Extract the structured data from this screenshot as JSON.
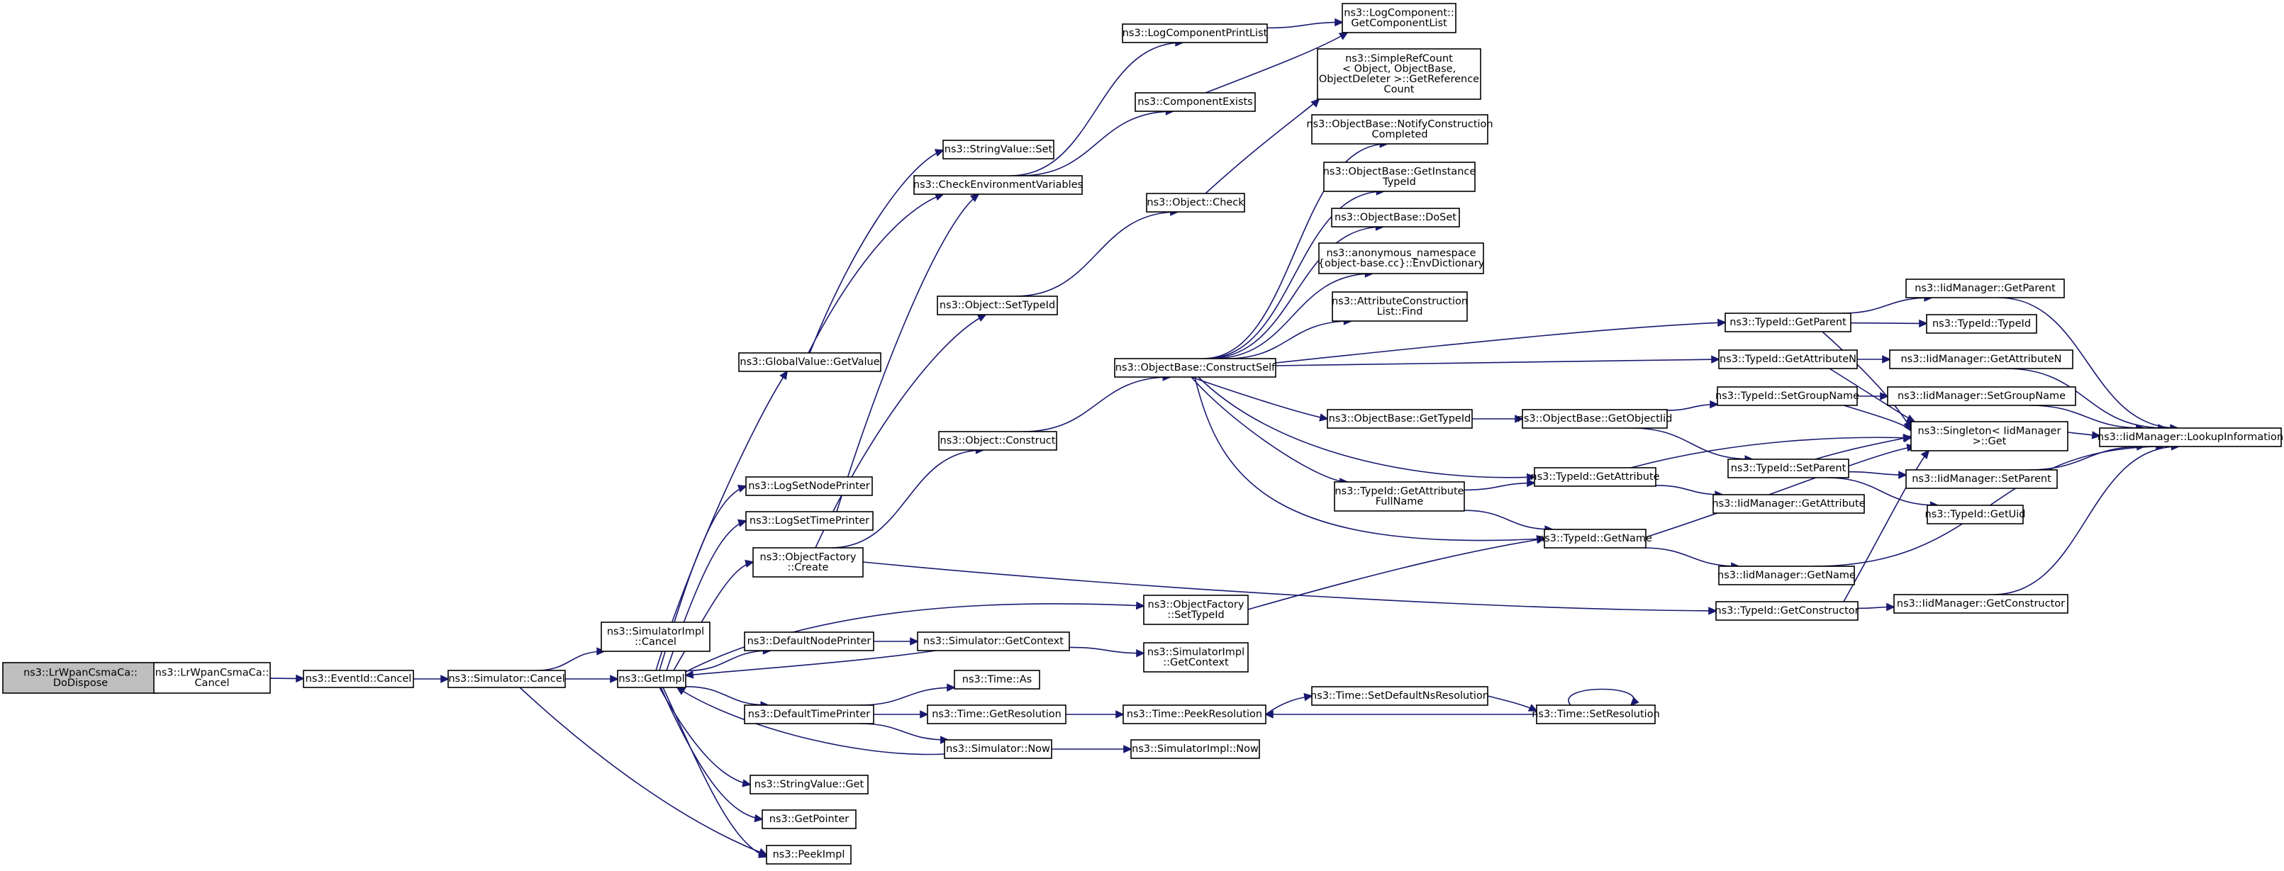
{
  "colors": {
    "edge": "#191970",
    "root_fill": "#bfbfbf",
    "node_fill": "#ffffff",
    "node_stroke": "#000000"
  },
  "nodes": [
    {
      "id": "root",
      "lines": [
        "ns3::LrWpanCsmaCa::",
        "DoDispose"
      ]
    },
    {
      "id": "cancel",
      "lines": [
        "ns3::LrWpanCsmaCa::",
        "Cancel"
      ]
    },
    {
      "id": "eventid_cancel",
      "lines": [
        "ns3::EventId::Cancel"
      ]
    },
    {
      "id": "sim_cancel",
      "lines": [
        "ns3::Simulator::Cancel"
      ]
    },
    {
      "id": "simimpl_cancel",
      "lines": [
        "ns3::SimulatorImpl",
        "::Cancel"
      ]
    },
    {
      "id": "getimpl",
      "lines": [
        "ns3::GetImpl"
      ]
    },
    {
      "id": "gv_getvalue",
      "lines": [
        "ns3::GlobalValue::GetValue"
      ]
    },
    {
      "id": "sv_set",
      "lines": [
        "ns3::StringValue::Set"
      ]
    },
    {
      "id": "checkenv",
      "lines": [
        "ns3::CheckEnvironmentVariables"
      ]
    },
    {
      "id": "logcomp_print",
      "lines": [
        "ns3::LogComponentPrintList"
      ]
    },
    {
      "id": "logcomp_getlist",
      "lines": [
        "ns3::LogComponent::",
        "GetComponentList"
      ]
    },
    {
      "id": "compexists",
      "lines": [
        "ns3::ComponentExists"
      ]
    },
    {
      "id": "obj_check",
      "lines": [
        "ns3::Object::Check"
      ]
    },
    {
      "id": "obj_settypeid",
      "lines": [
        "ns3::Object::SetTypeId"
      ]
    },
    {
      "id": "obj_construct",
      "lines": [
        "ns3::Object::Construct"
      ]
    },
    {
      "id": "logsetnode",
      "lines": [
        "ns3::LogSetNodePrinter"
      ]
    },
    {
      "id": "logsettime",
      "lines": [
        "ns3::LogSetTimePrinter"
      ]
    },
    {
      "id": "of_create",
      "lines": [
        "ns3::ObjectFactory",
        "::Create"
      ]
    },
    {
      "id": "of_settypeid",
      "lines": [
        "ns3::ObjectFactory",
        "::SetTypeId"
      ]
    },
    {
      "id": "defnodeprinter",
      "lines": [
        "ns3::DefaultNodePrinter"
      ]
    },
    {
      "id": "sim_getcontext",
      "lines": [
        "ns3::Simulator::GetContext"
      ]
    },
    {
      "id": "simimpl_getcontext",
      "lines": [
        "ns3::SimulatorImpl",
        "::GetContext"
      ]
    },
    {
      "id": "time_as",
      "lines": [
        "ns3::Time::As"
      ]
    },
    {
      "id": "deftimeprinter",
      "lines": [
        "ns3::DefaultTimePrinter"
      ]
    },
    {
      "id": "time_getres",
      "lines": [
        "ns3::Time::GetResolution"
      ]
    },
    {
      "id": "time_peekres",
      "lines": [
        "ns3::Time::PeekResolution"
      ]
    },
    {
      "id": "sim_now",
      "lines": [
        "ns3::Simulator::Now"
      ]
    },
    {
      "id": "simimpl_now",
      "lines": [
        "ns3::SimulatorImpl::Now"
      ]
    },
    {
      "id": "sv_get",
      "lines": [
        "ns3::StringValue::Get"
      ]
    },
    {
      "id": "getpointer",
      "lines": [
        "ns3::GetPointer"
      ]
    },
    {
      "id": "peekimpl",
      "lines": [
        "ns3::PeekImpl"
      ]
    },
    {
      "id": "ob_constructself",
      "lines": [
        "ns3::ObjectBase::ConstructSelf"
      ]
    },
    {
      "id": "simplerefcount",
      "lines": [
        "ns3::SimpleRefCount",
        "< Object, ObjectBase,",
        "ObjectDeleter >::GetReference",
        "Count"
      ]
    },
    {
      "id": "ob_notify",
      "lines": [
        "ns3::ObjectBase::NotifyConstruction",
        "Completed"
      ]
    },
    {
      "id": "ob_getinstance",
      "lines": [
        "ns3::ObjectBase::GetInstance",
        "TypeId"
      ]
    },
    {
      "id": "ob_doset",
      "lines": [
        "ns3::ObjectBase::DoSet"
      ]
    },
    {
      "id": "anon_envdict",
      "lines": [
        "ns3::anonymous_namespace",
        "{object-base.cc}::EnvDictionary"
      ]
    },
    {
      "id": "attrconst_find",
      "lines": [
        "ns3::AttributeConstruction",
        "List::Find"
      ]
    },
    {
      "id": "ob_gettypeid",
      "lines": [
        "ns3::ObjectBase::GetTypeId"
      ]
    },
    {
      "id": "ob_getobjectiid",
      "lines": [
        "ns3::ObjectBase::GetObjectIid"
      ]
    },
    {
      "id": "tid_getattrfullname",
      "lines": [
        "ns3::TypeId::GetAttribute",
        "FullName"
      ]
    },
    {
      "id": "tid_getparent",
      "lines": [
        "ns3::TypeId::GetParent"
      ]
    },
    {
      "id": "tid_getattrn",
      "lines": [
        "ns3::TypeId::GetAttributeN"
      ]
    },
    {
      "id": "tid_setgroupname",
      "lines": [
        "ns3::TypeId::SetGroupName"
      ]
    },
    {
      "id": "tid_getattribute",
      "lines": [
        "ns3::TypeId::GetAttribute"
      ]
    },
    {
      "id": "tid_setparent",
      "lines": [
        "ns3::TypeId::SetParent"
      ]
    },
    {
      "id": "tid_getname",
      "lines": [
        "ns3::TypeId::GetName"
      ]
    },
    {
      "id": "tid_getconstructor",
      "lines": [
        "ns3::TypeId::GetConstructor"
      ]
    },
    {
      "id": "time_setdefaultns",
      "lines": [
        "ns3::Time::SetDefaultNsResolution"
      ]
    },
    {
      "id": "time_setres",
      "lines": [
        "ns3::Time::SetResolution"
      ]
    },
    {
      "id": "singleton_get",
      "lines": [
        "ns3::Singleton< IidManager",
        ">::Get"
      ]
    },
    {
      "id": "iid_getparent",
      "lines": [
        "ns3::IidManager::GetParent"
      ]
    },
    {
      "id": "tid_typeid",
      "lines": [
        "ns3::TypeId::TypeId"
      ]
    },
    {
      "id": "iid_getattrn",
      "lines": [
        "ns3::IidManager::GetAttributeN"
      ]
    },
    {
      "id": "iid_setgroupname",
      "lines": [
        "ns3::IidManager::SetGroupName"
      ]
    },
    {
      "id": "iid_setparent",
      "lines": [
        "ns3::IidManager::SetParent"
      ]
    },
    {
      "id": "tid_getuid",
      "lines": [
        "ns3::TypeId::GetUid"
      ]
    },
    {
      "id": "iid_getattribute",
      "lines": [
        "ns3::IidManager::GetAttribute"
      ]
    },
    {
      "id": "iid_getname",
      "lines": [
        "ns3::IidManager::GetName"
      ]
    },
    {
      "id": "iid_getconstructor",
      "lines": [
        "ns3::IidManager::GetConstructor"
      ]
    },
    {
      "id": "iid_lookup",
      "lines": [
        "ns3::IidManager::LookupInformation"
      ]
    }
  ],
  "edges": [
    [
      "root",
      "cancel"
    ],
    [
      "cancel",
      "eventid_cancel"
    ],
    [
      "eventid_cancel",
      "sim_cancel"
    ],
    [
      "sim_cancel",
      "simimpl_cancel"
    ],
    [
      "sim_cancel",
      "getimpl"
    ],
    [
      "sim_cancel",
      "peekimpl"
    ],
    [
      "getimpl",
      "gv_getvalue"
    ],
    [
      "getimpl",
      "logsetnode"
    ],
    [
      "getimpl",
      "logsettime"
    ],
    [
      "getimpl",
      "of_create"
    ],
    [
      "getimpl",
      "of_settypeid"
    ],
    [
      "getimpl",
      "defnodeprinter"
    ],
    [
      "getimpl",
      "deftimeprinter"
    ],
    [
      "getimpl",
      "sv_get"
    ],
    [
      "getimpl",
      "getpointer"
    ],
    [
      "getimpl",
      "peekimpl"
    ],
    [
      "gv_getvalue",
      "sv_set"
    ],
    [
      "gv_getvalue",
      "checkenv"
    ],
    [
      "checkenv",
      "logcomp_print"
    ],
    [
      "checkenv",
      "compexists"
    ],
    [
      "logcomp_print",
      "logcomp_getlist"
    ],
    [
      "compexists",
      "logcomp_getlist"
    ],
    [
      "obj_settypeid",
      "obj_check"
    ],
    [
      "obj_check",
      "simplerefcount"
    ],
    [
      "of_create",
      "obj_settypeid"
    ],
    [
      "of_create",
      "obj_construct"
    ],
    [
      "of_create",
      "tid_getconstructor"
    ],
    [
      "logsettime",
      "checkenv"
    ],
    [
      "obj_construct",
      "ob_constructself"
    ],
    [
      "ob_constructself",
      "ob_notify"
    ],
    [
      "ob_constructself",
      "ob_getinstance"
    ],
    [
      "ob_constructself",
      "ob_doset"
    ],
    [
      "ob_constructself",
      "anon_envdict"
    ],
    [
      "ob_constructself",
      "attrconst_find"
    ],
    [
      "ob_constructself",
      "ob_gettypeid"
    ],
    [
      "ob_constructself",
      "tid_getattrfullname"
    ],
    [
      "ob_constructself",
      "tid_getparent"
    ],
    [
      "ob_constructself",
      "tid_getattrn"
    ],
    [
      "ob_constructself",
      "tid_getattribute"
    ],
    [
      "ob_constructself",
      "tid_getname"
    ],
    [
      "ob_gettypeid",
      "ob_getobjectiid"
    ],
    [
      "ob_getobjectiid",
      "tid_setgroupname"
    ],
    [
      "ob_getobjectiid",
      "tid_setparent"
    ],
    [
      "tid_getattrfullname",
      "tid_getattribute"
    ],
    [
      "tid_getattrfullname",
      "tid_getname"
    ],
    [
      "of_settypeid",
      "tid_getname"
    ],
    [
      "defnodeprinter",
      "sim_getcontext"
    ],
    [
      "sim_getcontext",
      "simimpl_getcontext"
    ],
    [
      "sim_getcontext",
      "getimpl"
    ],
    [
      "deftimeprinter",
      "time_as"
    ],
    [
      "deftimeprinter",
      "time_getres"
    ],
    [
      "deftimeprinter",
      "sim_now"
    ],
    [
      "time_getres",
      "time_peekres"
    ],
    [
      "sim_now",
      "simimpl_now"
    ],
    [
      "sim_now",
      "getimpl"
    ],
    [
      "time_setdefaultns",
      "time_setres"
    ],
    [
      "time_setres",
      "time_setres"
    ],
    [
      "time_setres",
      "time_peekres"
    ],
    [
      "time_peekres",
      "time_setdefaultns"
    ],
    [
      "tid_getparent",
      "iid_getparent"
    ],
    [
      "tid_getparent",
      "tid_typeid"
    ],
    [
      "tid_getparent",
      "singleton_get"
    ],
    [
      "tid_getattrn",
      "iid_getattrn"
    ],
    [
      "tid_getattrn",
      "singleton_get"
    ],
    [
      "tid_setgroupname",
      "iid_setgroupname"
    ],
    [
      "tid_setgroupname",
      "singleton_get"
    ],
    [
      "tid_getattribute",
      "iid_getattribute"
    ],
    [
      "tid_getattribute",
      "singleton_get"
    ],
    [
      "tid_setparent",
      "iid_setparent"
    ],
    [
      "tid_setparent",
      "tid_getuid"
    ],
    [
      "tid_setparent",
      "singleton_get"
    ],
    [
      "tid_getname",
      "iid_getname"
    ],
    [
      "tid_getname",
      "singleton_get"
    ],
    [
      "tid_getconstructor",
      "iid_getconstructor"
    ],
    [
      "tid_getconstructor",
      "singleton_get"
    ],
    [
      "iid_getparent",
      "iid_lookup"
    ],
    [
      "iid_getattrn",
      "iid_lookup"
    ],
    [
      "iid_setgroupname",
      "iid_lookup"
    ],
    [
      "iid_setparent",
      "iid_lookup"
    ],
    [
      "iid_getname",
      "iid_lookup"
    ],
    [
      "iid_getconstructor",
      "iid_lookup"
    ],
    [
      "singleton_get",
      "iid_lookup"
    ]
  ]
}
